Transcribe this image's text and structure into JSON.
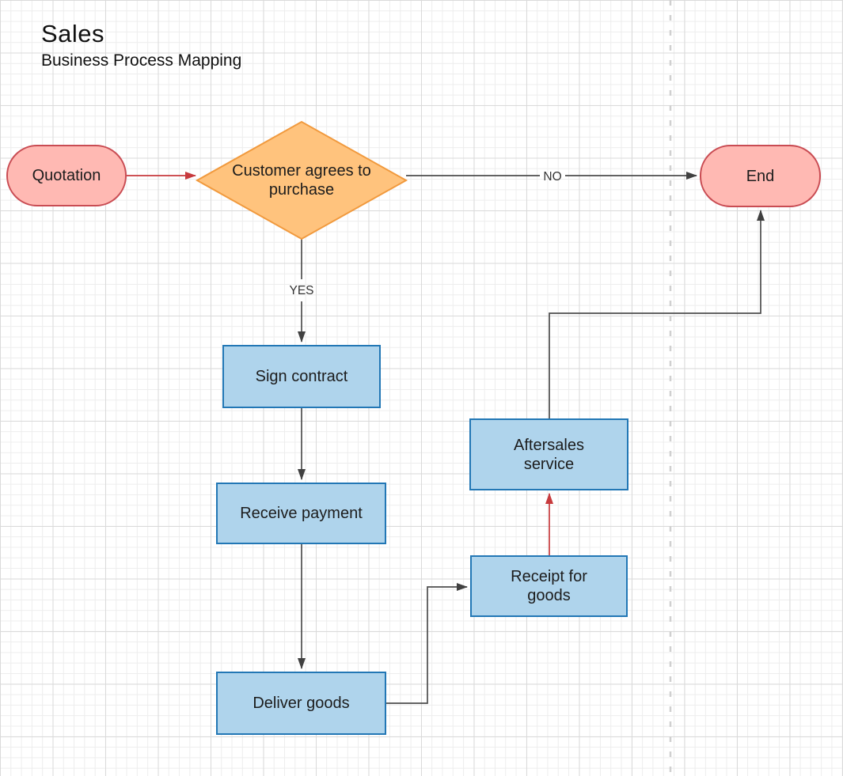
{
  "header": {
    "title": "Sales",
    "subtitle": "Business Process Mapping"
  },
  "nodes": {
    "quotation": {
      "label": "Quotation",
      "type": "terminator"
    },
    "decision": {
      "label": "Customer agrees to\npurchase",
      "type": "decision"
    },
    "end": {
      "label": "End",
      "type": "terminator"
    },
    "sign_contract": {
      "label": "Sign contract",
      "type": "process"
    },
    "receive_payment": {
      "label": "Receive payment",
      "type": "process"
    },
    "deliver_goods": {
      "label": "Deliver goods",
      "type": "process"
    },
    "receipt_for_goods": {
      "label": "Receipt for\ngoods",
      "type": "process"
    },
    "aftersales_service": {
      "label": "Aftersales\nservice",
      "type": "process"
    }
  },
  "edge_labels": {
    "no": "NO",
    "yes": "YES"
  },
  "colors": {
    "terminator_fill": "#ffb9b3",
    "terminator_stroke": "#c94c53",
    "decision_fill": "#ffc37d",
    "decision_stroke": "#f19a3e",
    "process_fill": "#afd4ec",
    "process_stroke": "#2277b5",
    "edge_black": "#4d4d4d",
    "edge_red": "#c73a3d",
    "guide_dashed": "#d0d0d0",
    "grid_minor": "#ededed",
    "grid_major": "#dadada"
  }
}
